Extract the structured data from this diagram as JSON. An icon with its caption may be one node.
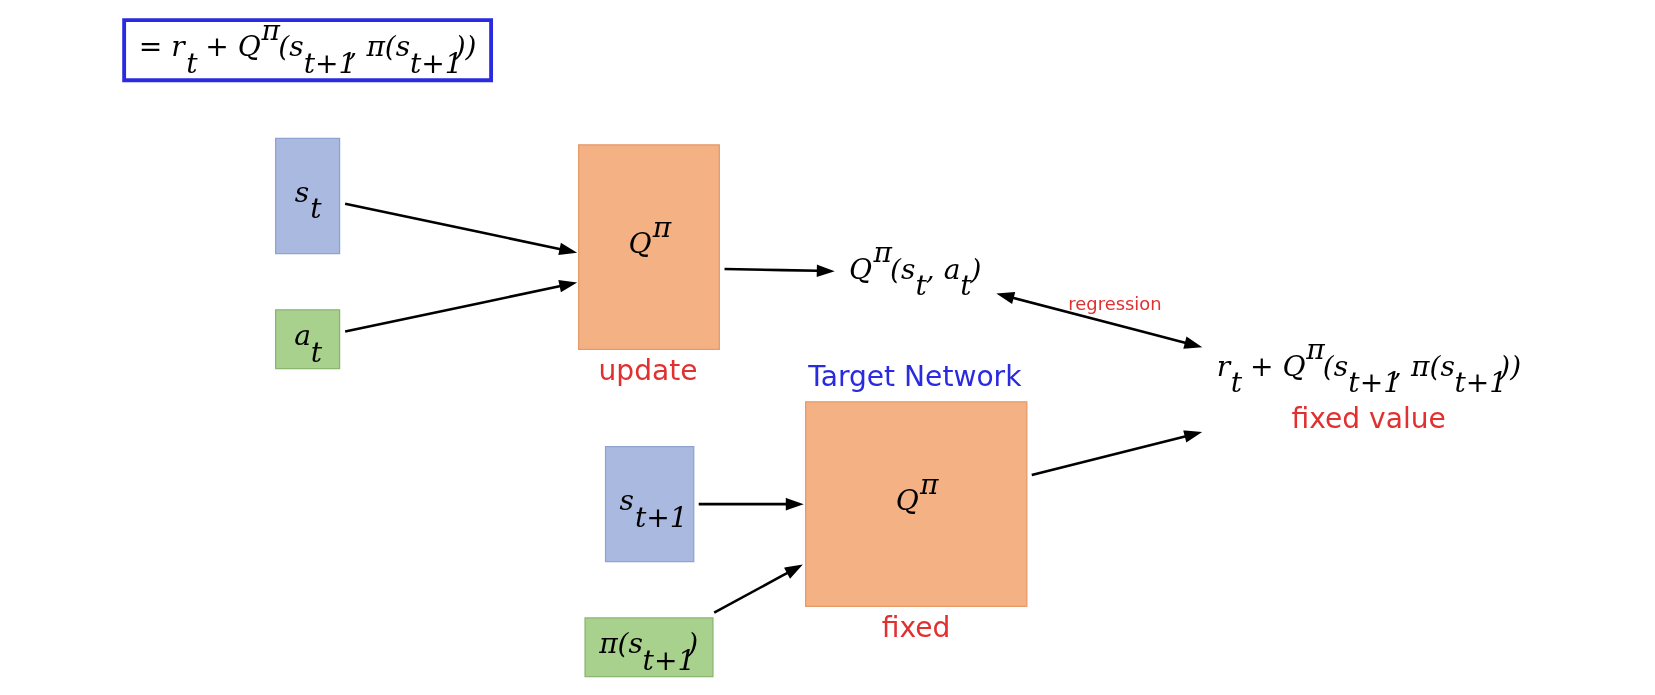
{
  "diagram": {
    "nodes": [
      {
        "text": [
          "s$_{t}$"
        ]
      },
      {
        "text": [
          "a$_{t}$"
        ]
      },
      {
        "text": [
          "Q$^{π}$"
        ],
        "beside": [
          "update"
        ]
      },
      {
        "text": [
          "Q$^{π}$(s$_{t}$, a$_{t}$)"
        ]
      },
      {
        "text": [
          "r$_{t}$ + Q$^{π}$(s$_{t+1}$, π(s$_{t+1}$))"
        ],
        "beside": [
          "fixed value"
        ]
      },
      {
        "text": [
          "Q$^{π}$"
        ],
        "beside": [
          "Target Network",
          "fixed"
        ]
      },
      {
        "text": [
          "s$_{t+1}$"
        ]
      },
      {
        "text": [
          "π(s$_{t+1}$)"
        ]
      },
      {
        "text": [
          "= r$_{t}$ + Q$^{π}$(s$_{t+1}$, π(s$_{t+1}$))"
        ]
      }
    ],
    "edges": [
      {
        "from": 0,
        "to": 2,
        "arrow": "to"
      },
      {
        "from": 1,
        "to": 2,
        "arrow": "to"
      },
      {
        "from": 2,
        "to": 3,
        "arrow": "to"
      },
      {
        "from": 3,
        "to": 4,
        "arrow": "both",
        "label": "regression"
      },
      {
        "from": 5,
        "to": 4,
        "arrow": "to"
      },
      {
        "from": 6,
        "to": 5,
        "arrow": "to"
      },
      {
        "from": 7,
        "to": 5,
        "arrow": "to"
      }
    ]
  }
}
